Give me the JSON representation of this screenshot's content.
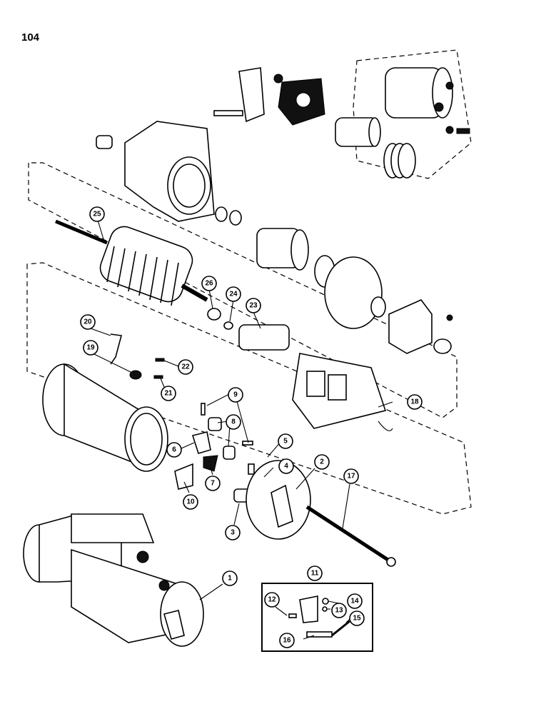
{
  "page": {
    "number": "104"
  },
  "callouts": [
    "1",
    "2",
    "3",
    "4",
    "5",
    "6",
    "7",
    "8",
    "9",
    "10",
    "11",
    "12",
    "13",
    "14",
    "15",
    "16",
    "17",
    "18",
    "19",
    "20",
    "21",
    "22",
    "23",
    "24",
    "25",
    "26"
  ]
}
